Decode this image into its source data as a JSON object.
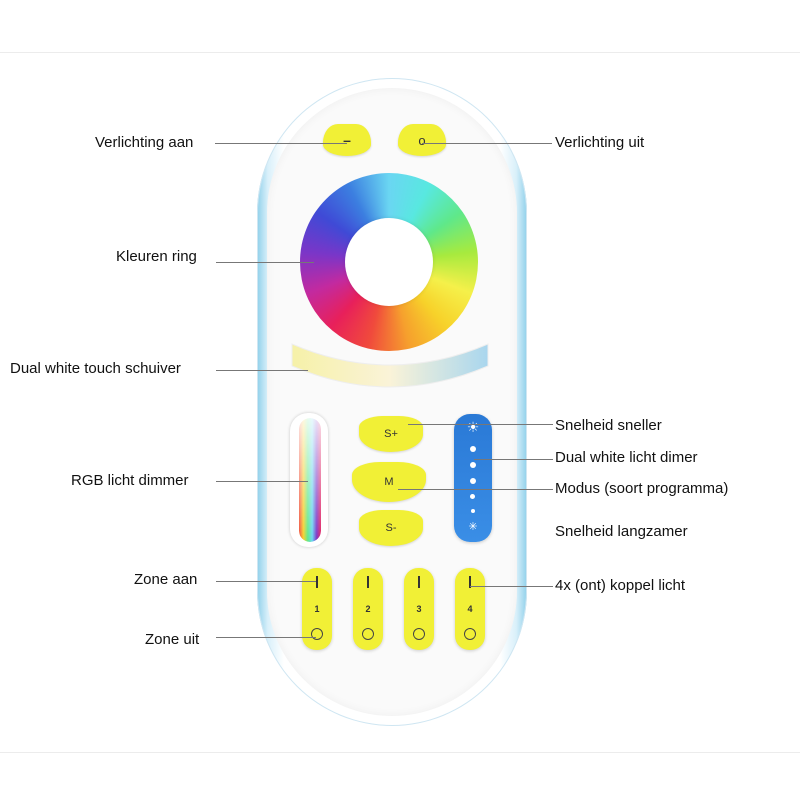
{
  "labels_left": {
    "lights_on": "Verlichting aan",
    "color_ring": "Kleuren ring",
    "dual_white_slider": "Dual white touch schuiver",
    "rgb_dimmer": "RGB licht dimmer",
    "zone_on": "Zone aan",
    "zone_off": "Zone uit"
  },
  "labels_right": {
    "lights_off": "Verlichting uit",
    "speed_up": "Snelheid sneller",
    "dual_white_dimmer": "Dual white licht dimer",
    "mode": "Modus (soort programma)",
    "speed_down": "Snelheid langzamer",
    "link_light": "4x (ont) koppel licht"
  },
  "buttons": {
    "on_symbol": "–",
    "off_symbol": "o",
    "speed_up": "S+",
    "mode": "M",
    "speed_down": "S-"
  },
  "zones": [
    {
      "number": "1"
    },
    {
      "number": "2"
    },
    {
      "number": "3"
    },
    {
      "number": "4"
    }
  ],
  "colors": {
    "button_yellow": "#f1f036",
    "dimmer_blue": "#2a79d6",
    "remote_edge": "#8fd0ea"
  }
}
